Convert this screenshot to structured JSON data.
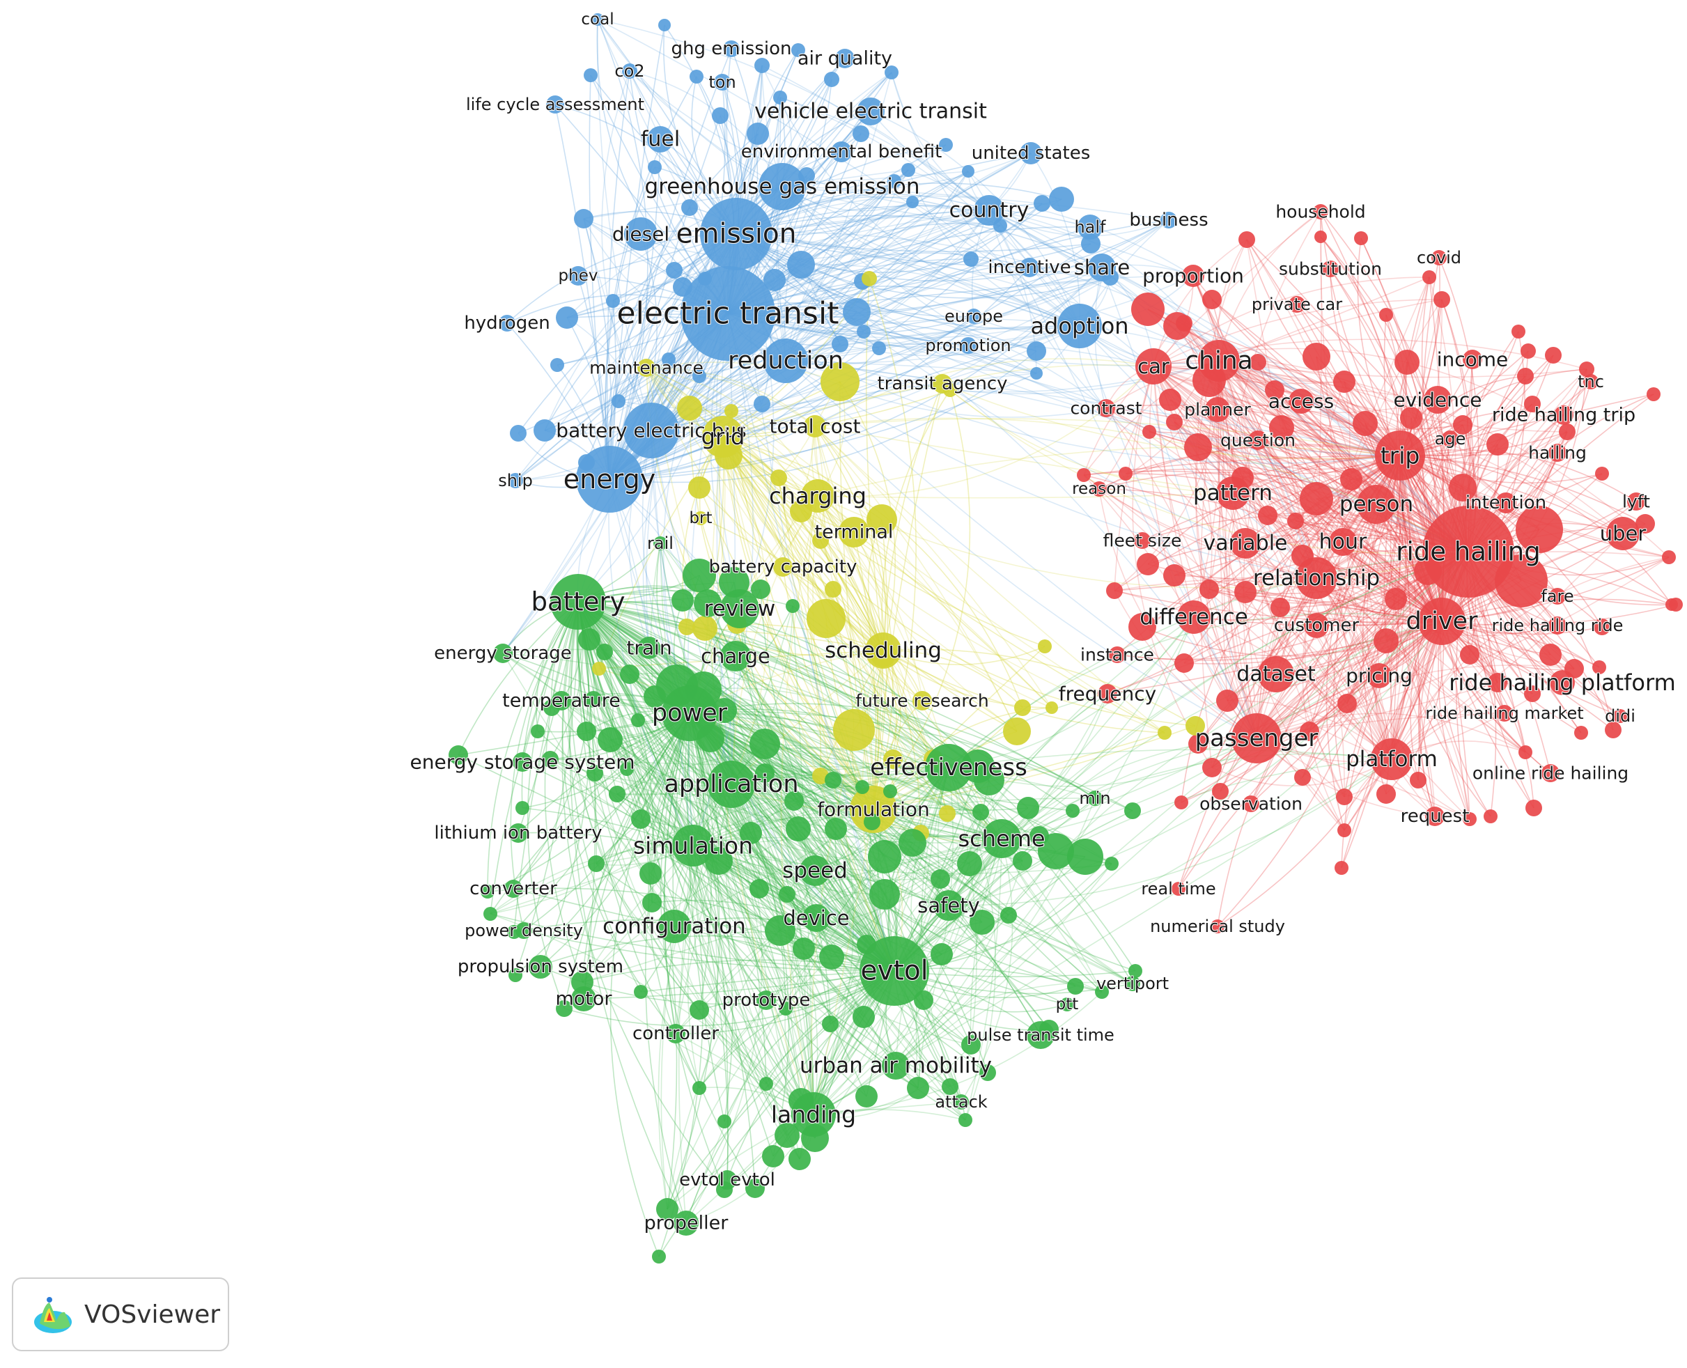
{
  "app": {
    "name": "VOSviewer"
  },
  "colors": {
    "electrification": "#5aa0dc",
    "mobility": "#e8484a",
    "evtol": "#3cb44b",
    "operations": "#d2d232"
  },
  "icons": {
    "logo": "vosviewer-logo-icon"
  },
  "clusters": [
    {
      "id": "blue",
      "color": "#5aa0dc",
      "terms": [
        "coal",
        "ghg emission",
        "air quality",
        "co2",
        "ton",
        "life cycle assessment",
        "vehicle electric transit",
        "fuel",
        "environmental benefit",
        "united states",
        "greenhouse gas emission",
        "country",
        "business",
        "half",
        "diesel",
        "emission",
        "phev",
        "incentive",
        "share",
        "electric transit",
        "hydrogen",
        "europe",
        "adoption",
        "promotion",
        "reduction",
        "battery electric bus",
        "energy",
        "ship"
      ]
    },
    {
      "id": "red",
      "color": "#e8484a",
      "terms": [
        "household",
        "substitution",
        "covid",
        "proportion",
        "private car",
        "income",
        "china",
        "car",
        "tnc",
        "contrast",
        "planner",
        "access",
        "evidence",
        "ride hailing trip",
        "question",
        "age",
        "trip",
        "hailing",
        "reason",
        "pattern",
        "person",
        "intention",
        "lyft",
        "fleet size",
        "variable",
        "hour",
        "ride hailing",
        "uber",
        "relationship",
        "fare",
        "difference",
        "customer",
        "driver",
        "ride hailing ride",
        "instance",
        "dataset",
        "pricing",
        "ride hailing platform",
        "frequency",
        "ride hailing market",
        "didi",
        "passenger",
        "platform",
        "online ride hailing",
        "observation",
        "request",
        "real time",
        "numerical study"
      ]
    },
    {
      "id": "yellow",
      "color": "#d2d232",
      "terms": [
        "maintenance",
        "transit agency",
        "grid",
        "total cost",
        "charging",
        "brt",
        "terminal",
        "battery capacity",
        "scheduling",
        "future research",
        "formulation"
      ]
    },
    {
      "id": "green",
      "color": "#3cb44b",
      "terms": [
        "rail",
        "battery",
        "review",
        "energy storage",
        "train",
        "charge",
        "temperature",
        "power",
        "energy storage system",
        "effectiveness",
        "application",
        "lithium ion battery",
        "min",
        "simulation",
        "scheme",
        "speed",
        "converter",
        "safety",
        "configuration",
        "device",
        "power density",
        "evtol",
        "propulsion system",
        "motor",
        "vertiport",
        "prototype",
        "ptt",
        "controller",
        "pulse transit time",
        "urban air mobility",
        "attack",
        "landing",
        "evtol evtol",
        "propeller"
      ]
    }
  ]
}
